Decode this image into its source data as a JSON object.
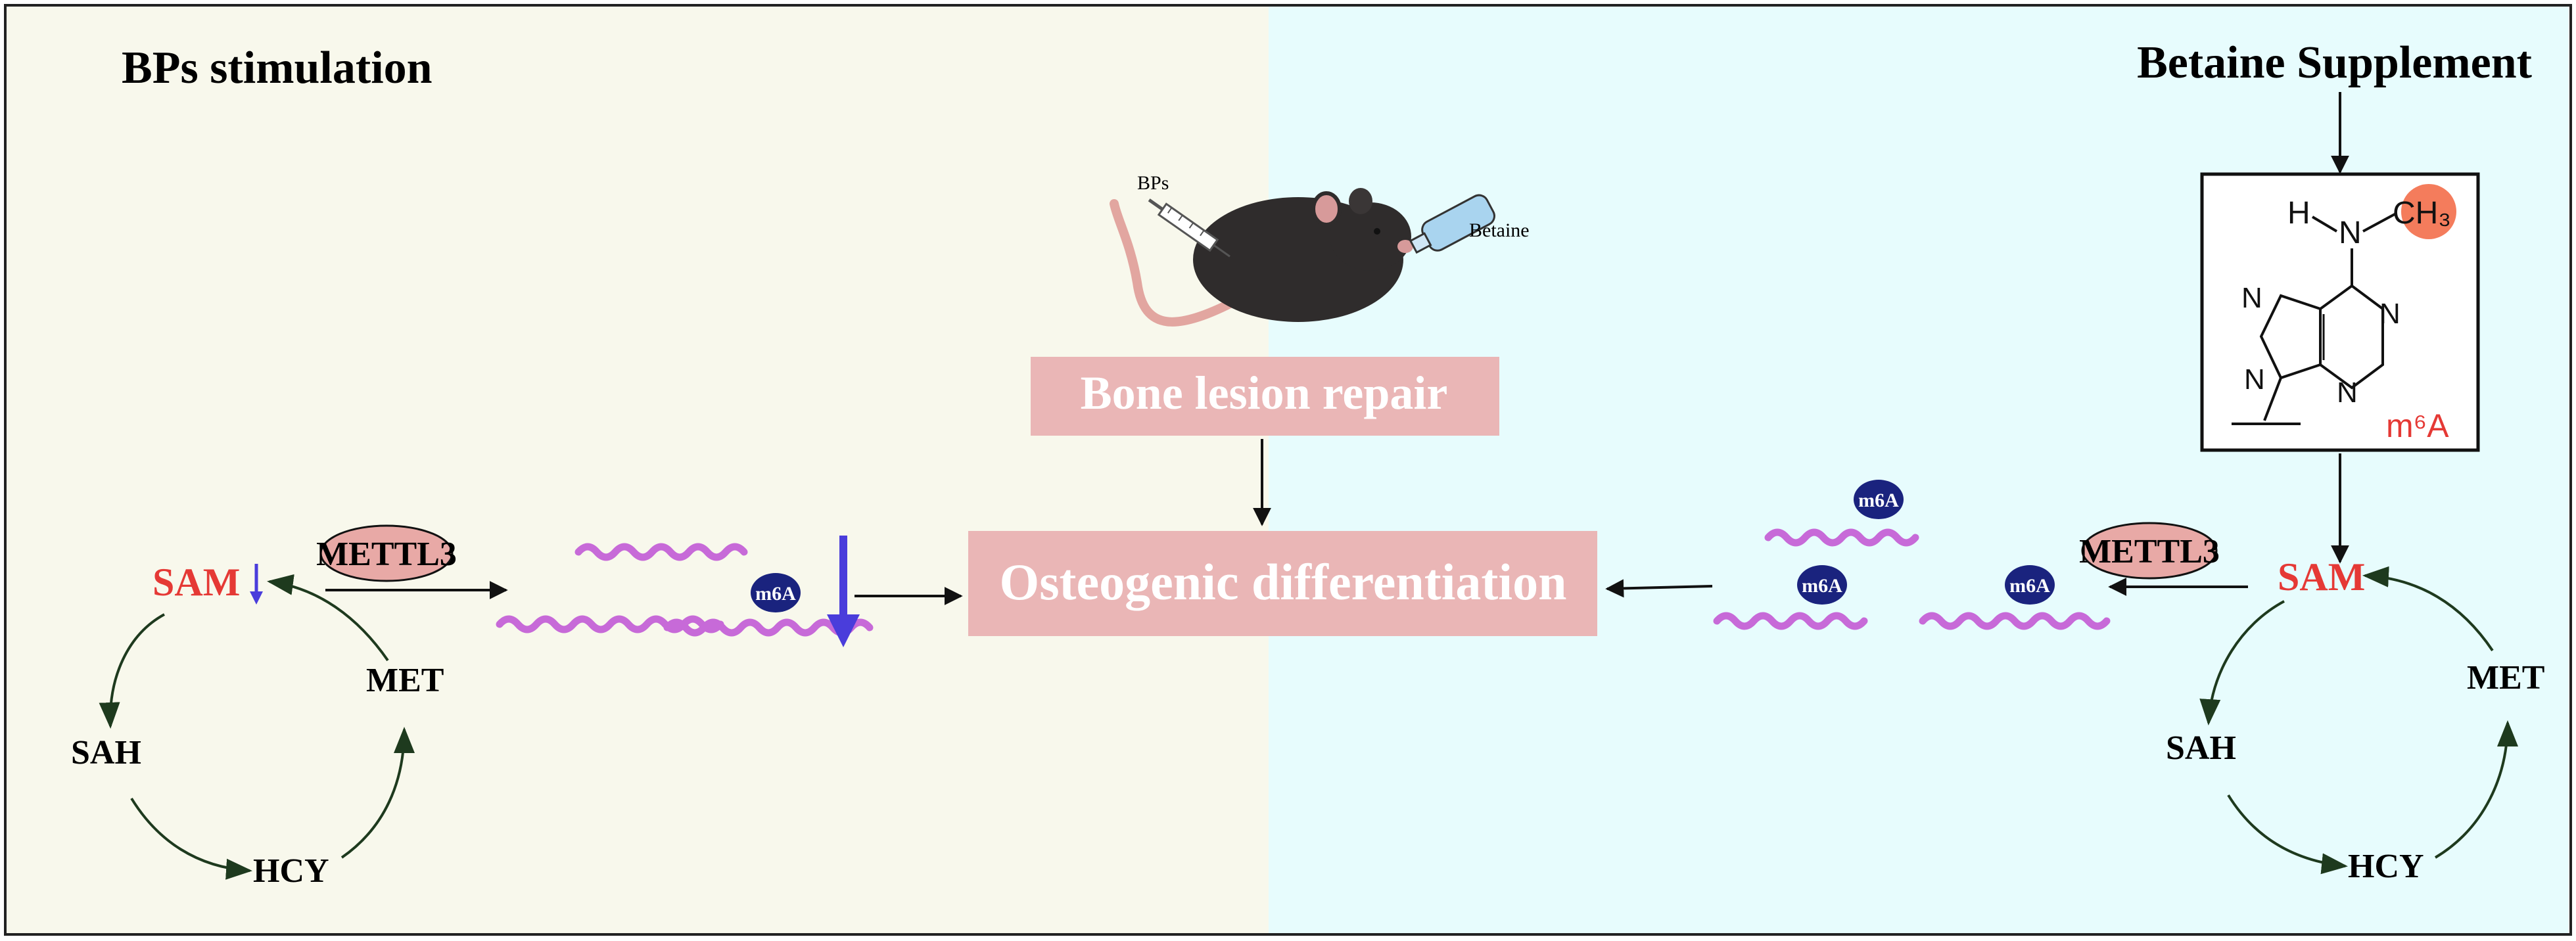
{
  "left_panel": {
    "title": "BPs stimulation",
    "cycle": {
      "sam": "SAM",
      "sah": "SAH",
      "hcy": "HCY",
      "met": "MET"
    },
    "enzyme": "METTL3",
    "m6a_label": "m6A",
    "sam_change": "decreased"
  },
  "right_panel": {
    "title": "Betaine Supplement",
    "cycle": {
      "sam": "SAM",
      "sah": "SAH",
      "hcy": "HCY",
      "met": "MET"
    },
    "enzyme": "METTL3",
    "m6a_labels": [
      "m6A",
      "m6A",
      "m6A"
    ],
    "structure": {
      "h": "H",
      "n_amine": "N",
      "methyl": "CH₃",
      "ring_n": [
        "N",
        "N",
        "N",
        "N"
      ],
      "label": "m⁶A"
    }
  },
  "center": {
    "mouse_labels": {
      "left": "BPs",
      "right": "Betaine"
    },
    "bone_box": "Bone lesion repair",
    "osteo_box": "Osteogenic differentiation"
  },
  "colors": {
    "left_bg": "#f8f8ec",
    "right_bg": "#e7fcfd",
    "pink_box": "#eab6b6",
    "rna": "#c76ad8",
    "m6a_badge": "#1a237e",
    "sam_red": "#e53935",
    "down_arrow": "#4a3ddb",
    "cycle_arrow": "#1e3a1e",
    "methyl_orange": "#f47c5c"
  }
}
